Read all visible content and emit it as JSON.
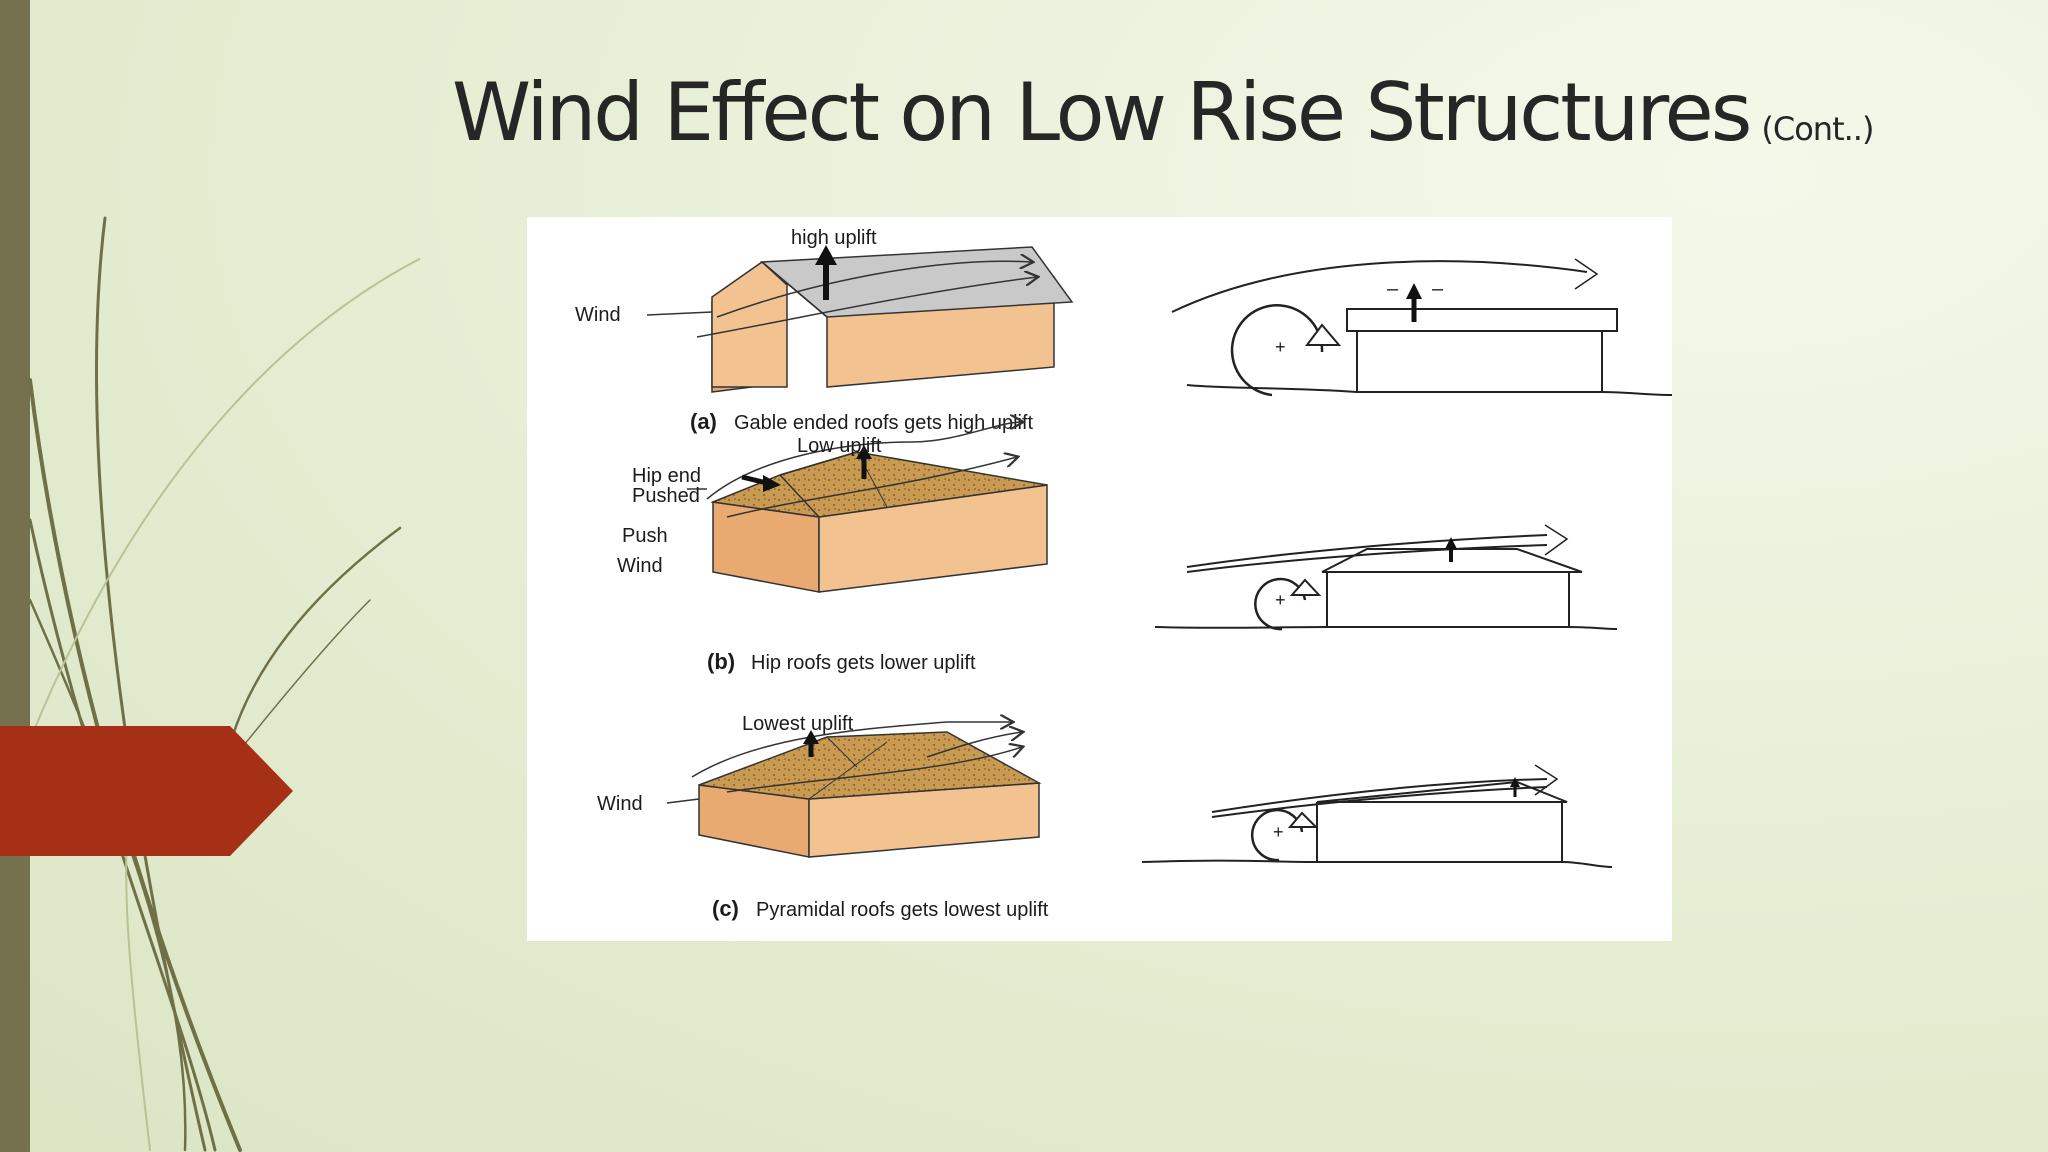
{
  "slide": {
    "title": "Wind Effect on Low Rise Structures",
    "title_suffix": "(Cont..)"
  },
  "figure": {
    "a": {
      "uplift_label": "high uplift",
      "wind_label": "Wind",
      "caption_letter": "(a)",
      "caption_text": "Gable ended roofs gets high uplift",
      "pressure_positive": "+",
      "pressure_negative": "– ↑ –"
    },
    "b": {
      "hip_label_1": "Hip end",
      "hip_label_2": "Pushed",
      "push_label": "Push",
      "wind_label": "Wind",
      "uplift_label": "Low uplift",
      "caption_letter": "(b)",
      "caption_text": "Hip roofs gets lower uplift",
      "pressure_positive": "+"
    },
    "c": {
      "uplift_label": "Lowest uplift",
      "wind_label": "Wind",
      "caption_letter": "(c)",
      "caption_text": "Pyramidal roofs gets lowest uplift",
      "pressure_positive": "+"
    }
  },
  "colors": {
    "accent_pentagon": "#a63016",
    "left_bar": "#75714f",
    "wall": "#f2c291",
    "wall_side": "#e8aa70",
    "gable_roof": "#c9c9c9",
    "shingle_roof": "#c89a52",
    "title_text": "#262626"
  }
}
